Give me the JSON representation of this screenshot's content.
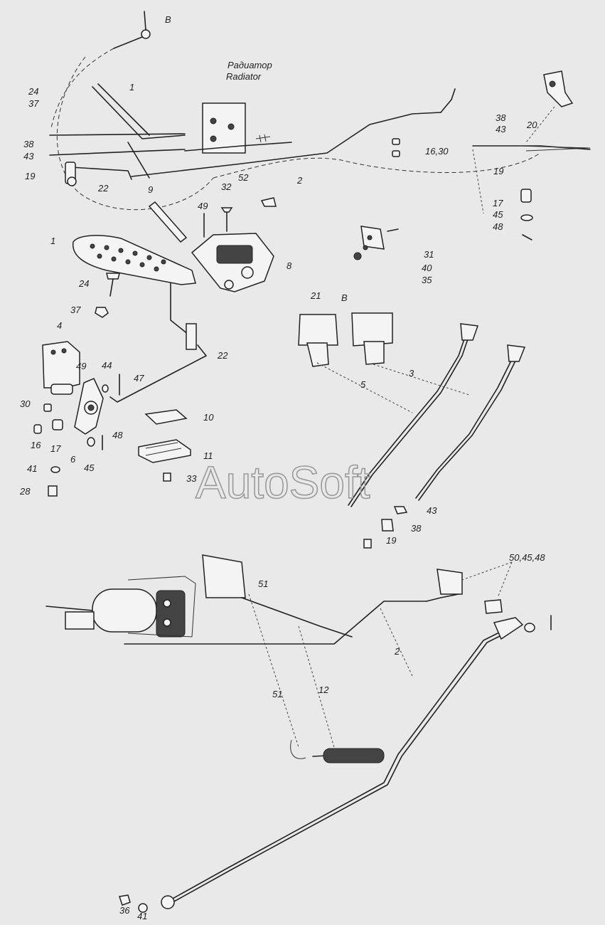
{
  "labels": {
    "radiator_ru": "Радиатор",
    "radiator_en": "Radiator",
    "view_b_top": "B",
    "view_b_mid": "B"
  },
  "callouts": [
    {
      "id": "c1a",
      "text": "1"
    },
    {
      "id": "c24a",
      "text": "24"
    },
    {
      "id": "c37a",
      "text": "37"
    },
    {
      "id": "c38a",
      "text": "38"
    },
    {
      "id": "c43a",
      "text": "43"
    },
    {
      "id": "c19a",
      "text": "19"
    },
    {
      "id": "c22a",
      "text": "22"
    },
    {
      "id": "c9",
      "text": "9"
    },
    {
      "id": "c52",
      "text": "52"
    },
    {
      "id": "c2a",
      "text": "2"
    },
    {
      "id": "c32",
      "text": "32"
    },
    {
      "id": "c49a",
      "text": "49"
    },
    {
      "id": "c1630",
      "text": "16,30"
    },
    {
      "id": "c38b",
      "text": "38"
    },
    {
      "id": "c43b",
      "text": "43"
    },
    {
      "id": "c20",
      "text": "20"
    },
    {
      "id": "c19b",
      "text": "19"
    },
    {
      "id": "c17a",
      "text": "17"
    },
    {
      "id": "c45a",
      "text": "45"
    },
    {
      "id": "c48a",
      "text": "48"
    },
    {
      "id": "c1b",
      "text": "1"
    },
    {
      "id": "c8",
      "text": "8"
    },
    {
      "id": "c24b",
      "text": "24"
    },
    {
      "id": "c37b",
      "text": "37"
    },
    {
      "id": "c31",
      "text": "31"
    },
    {
      "id": "c40",
      "text": "40"
    },
    {
      "id": "c35",
      "text": "35"
    },
    {
      "id": "c21",
      "text": "21"
    },
    {
      "id": "c22b",
      "text": "22"
    },
    {
      "id": "c4",
      "text": "4"
    },
    {
      "id": "c49b",
      "text": "49"
    },
    {
      "id": "c44",
      "text": "44"
    },
    {
      "id": "c47",
      "text": "47"
    },
    {
      "id": "c30",
      "text": "30"
    },
    {
      "id": "c16",
      "text": "16"
    },
    {
      "id": "c17b",
      "text": "17"
    },
    {
      "id": "c6",
      "text": "6"
    },
    {
      "id": "c45b",
      "text": "45"
    },
    {
      "id": "c48b",
      "text": "48"
    },
    {
      "id": "c10",
      "text": "10"
    },
    {
      "id": "c11",
      "text": "11"
    },
    {
      "id": "c33",
      "text": "33"
    },
    {
      "id": "c41a",
      "text": "41"
    },
    {
      "id": "c28",
      "text": "28"
    },
    {
      "id": "c5",
      "text": "5"
    },
    {
      "id": "c3",
      "text": "3"
    },
    {
      "id": "c43c",
      "text": "43"
    },
    {
      "id": "c38c",
      "text": "38"
    },
    {
      "id": "c19c",
      "text": "19"
    },
    {
      "id": "c504548",
      "text": "50,45,48"
    },
    {
      "id": "c51a",
      "text": "51"
    },
    {
      "id": "c2b",
      "text": "2"
    },
    {
      "id": "c51b",
      "text": "51"
    },
    {
      "id": "c12",
      "text": "12"
    },
    {
      "id": "c36",
      "text": "36"
    },
    {
      "id": "c41b",
      "text": "41"
    }
  ],
  "watermark": "AutoSoft"
}
